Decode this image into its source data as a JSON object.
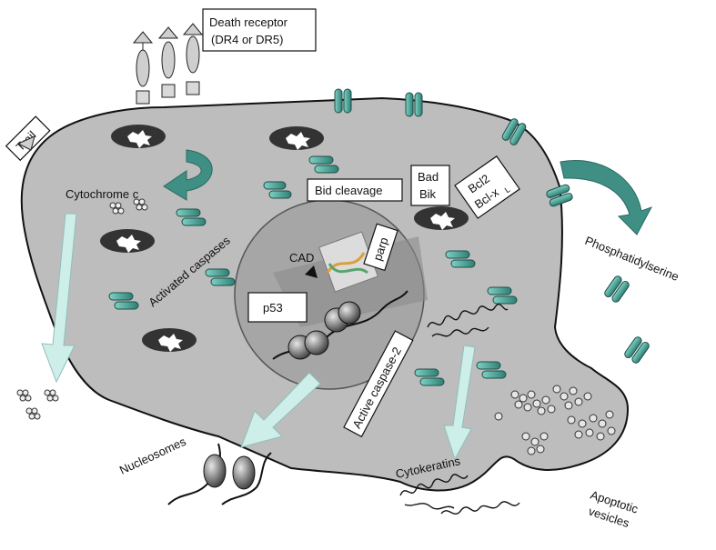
{
  "labels": {
    "death_receptor_line1": "Death receptor",
    "death_receptor_line2": "(DR4 or DR5)",
    "trail": "Trail",
    "cytochrome_c": "Cytochrome c",
    "activated_caspases": "Activated caspases",
    "bid_cleavage": "Bid cleavage",
    "bad": "Bad",
    "bik": "Bik",
    "bcl2": "Bcl2",
    "bclxl": "Bcl-x",
    "bclxl_sub": "L",
    "cad": "CAD",
    "parp": "parp",
    "p53": "p53",
    "phosphatidylserine": "Phosphatidylserine",
    "active_caspase2": "Active caspase-2",
    "nucleosomes": "Nucleosomes",
    "cytokeratins": "Cytokeratins",
    "apoptotic_line1": "Apoptotic",
    "apoptotic_line2": "vesicles"
  },
  "colors": {
    "cell": "#bdbdbd",
    "nucleus": "#a9a9a9",
    "teal": "#3f8f85",
    "teal_light": "#9fe0d3",
    "arrow_light": "#cdeee9"
  }
}
